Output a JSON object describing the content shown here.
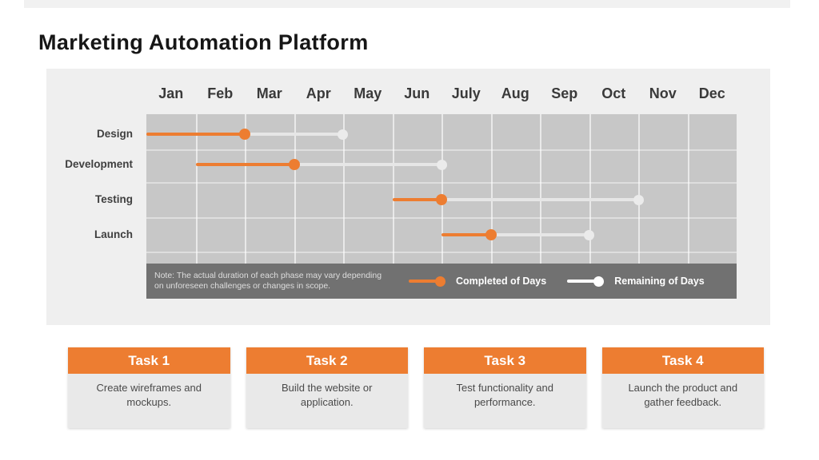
{
  "page": {
    "title": "Marketing Automation Platform"
  },
  "colors": {
    "accent_orange": "#ED7D31",
    "panel_bg": "#EFEFEF",
    "plot_bg": "#C7C7C7",
    "note_bar_bg": "#717171",
    "remaining_gray": "#E6E6E6"
  },
  "chart_data": {
    "type": "gantt",
    "x_tick_labels": [
      "Jan",
      "Feb",
      "Mar",
      "Apr",
      "May",
      "Jun",
      "July",
      "Aug",
      "Sep",
      "Oct",
      "Nov",
      "Dec"
    ],
    "x_range_months": [
      0,
      12
    ],
    "grid": true,
    "tasks": [
      {
        "name": "Design",
        "completed_start": 0,
        "completed_end": 2,
        "remaining_end": 4
      },
      {
        "name": "Development",
        "completed_start": 1,
        "completed_end": 3,
        "remaining_end": 6
      },
      {
        "name": "Testing",
        "completed_start": 5,
        "completed_end": 6,
        "remaining_end": 10
      },
      {
        "name": "Launch",
        "completed_start": 6,
        "completed_end": 7,
        "remaining_end": 9
      }
    ],
    "legend": [
      {
        "label": "Completed of Days",
        "color": "#ED7D31"
      },
      {
        "label": "Remaining of Days",
        "color": "#FFFFFF"
      }
    ],
    "note": "Note: The actual duration of each phase may vary depending on unforeseen challenges or changes in scope.",
    "legend_position": "bottom"
  },
  "task_cards": [
    {
      "title": "Task 1",
      "description": "Create wireframes and mockups."
    },
    {
      "title": "Task 2",
      "description": "Build the website or application."
    },
    {
      "title": "Task 3",
      "description": "Test functionality and performance."
    },
    {
      "title": "Task 4",
      "description": "Launch the product and gather feedback."
    }
  ]
}
